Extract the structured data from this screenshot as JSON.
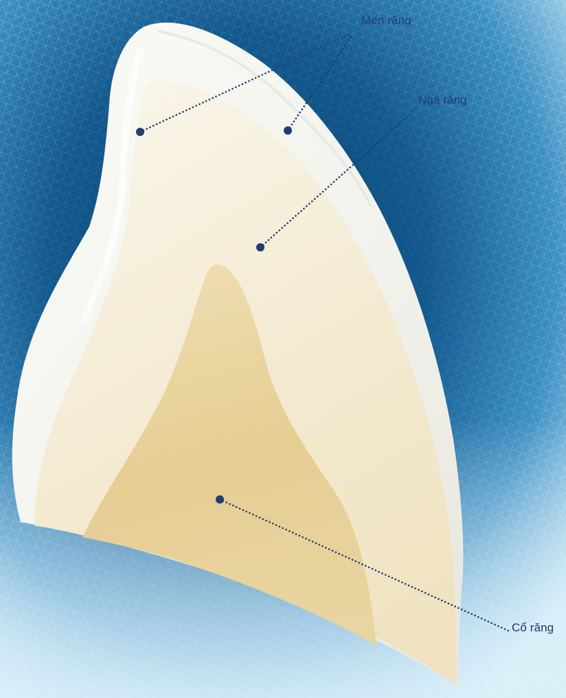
{
  "diagram": {
    "labels": {
      "enamel": "Men răng",
      "dentin": "Ngà răng",
      "neck": "Cổ răng"
    },
    "colors": {
      "background_dark": "#0b4575",
      "background_light": "#bfe3f3",
      "enamel": "#f4f5f0",
      "dentin": "#f3e8c8",
      "pulp_core": "#e6cd8f",
      "leader_line": "#1f3d72",
      "label_text": "#1e3f73"
    }
  }
}
